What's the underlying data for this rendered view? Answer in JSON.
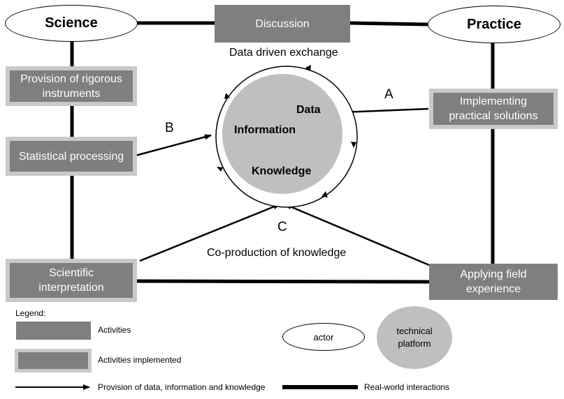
{
  "actors": {
    "science": "Science",
    "practice": "Practice"
  },
  "activities": {
    "discussion": "Discussion",
    "rigorous_line1": "Provision of rigorous",
    "rigorous_line2": "instruments",
    "statistical": "Statistical processing",
    "sci_interp_line1": "Scientific",
    "sci_interp_line2": "interpretation",
    "implementing_line1": "Implementing",
    "implementing_line2": "practical solutions",
    "field_line1": "Applying field",
    "field_line2": "experience"
  },
  "platform": {
    "data": "Data",
    "information": "Information",
    "knowledge": "Knowledge"
  },
  "labels": {
    "data_exchange": "Data driven exchange",
    "coproduction": "Co-production of knowledge",
    "a": "A",
    "b": "B",
    "c": "C"
  },
  "legend": {
    "title": "Legend:",
    "activities": "Activities",
    "activities_implemented": "Activities implemented",
    "actor": "actor",
    "technical_platform_line1": "technical",
    "technical_platform_line2": "platform",
    "provision": "Provision of data, information and knowledge",
    "real_world": "Real-world interactions"
  },
  "colors": {
    "activity": "#7f7f7f",
    "implemented_border": "#c9c9c9",
    "platform": "#bfbfbf"
  }
}
